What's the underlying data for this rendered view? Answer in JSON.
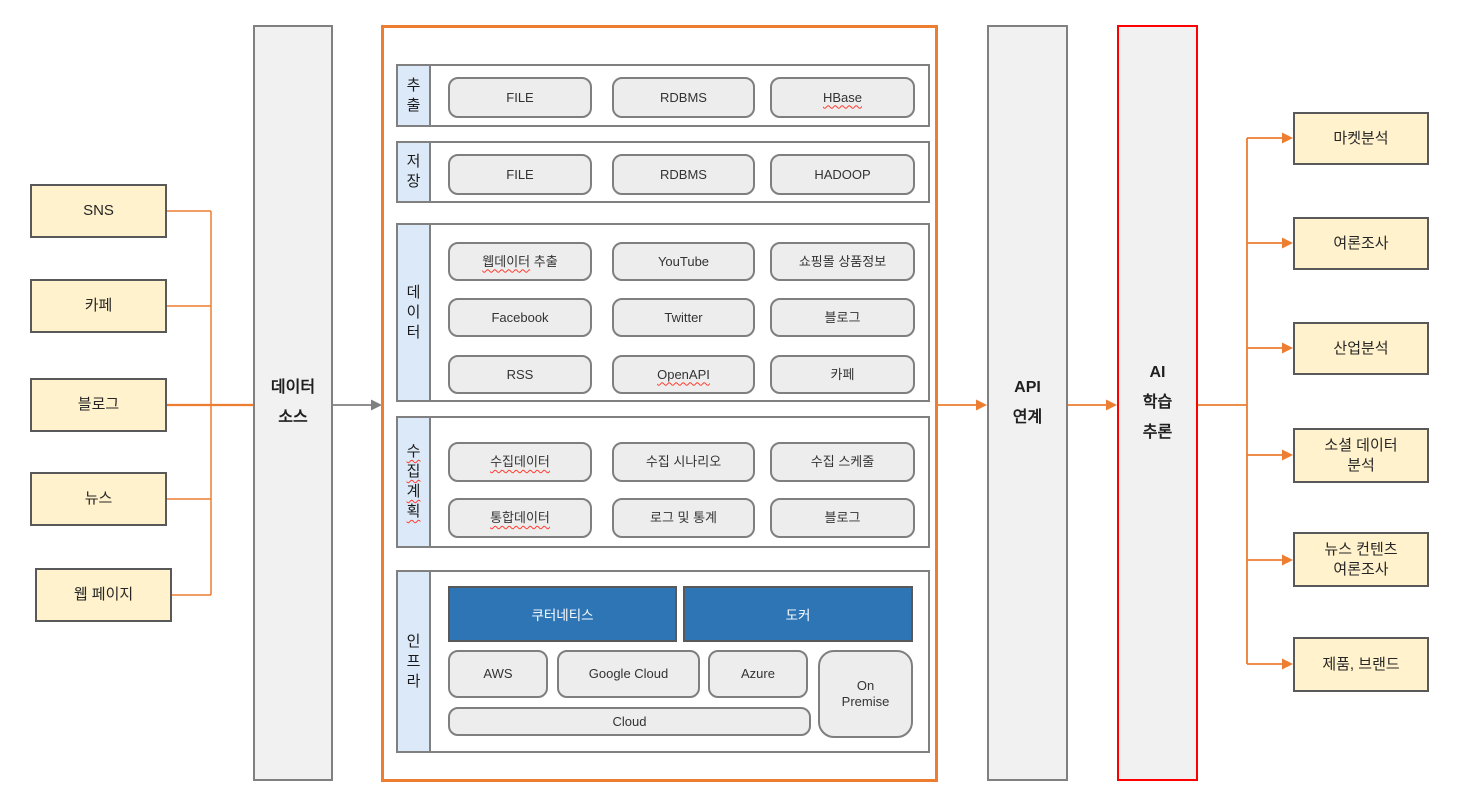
{
  "colors": {
    "accent_orange": "#ED7D31",
    "accent_red": "#FF0000",
    "accent_blue": "#2E75B6",
    "node_yellow": "#FFF2CC",
    "stage_gray": "#F1F1F1",
    "strip_blue": "#DCE9F8"
  },
  "sources": {
    "items": [
      {
        "label": "SNS"
      },
      {
        "label": "카페"
      },
      {
        "label": "블로그"
      },
      {
        "label": "뉴스"
      },
      {
        "label": "웹 페이지"
      }
    ]
  },
  "data_source": {
    "line1": "데이터",
    "line2": "소스"
  },
  "pipeline": {
    "rows": [
      {
        "label": "추출",
        "items": [
          {
            "label": "FILE"
          },
          {
            "label": "RDBMS"
          },
          {
            "label": "HBase"
          }
        ]
      },
      {
        "label": "저장",
        "items": [
          {
            "label": "FILE"
          },
          {
            "label": "RDBMS"
          },
          {
            "label": "HADOOP"
          }
        ]
      },
      {
        "label": "데이터",
        "items": [
          {
            "part1": "웹데이터",
            "part2": " 추출"
          },
          {
            "label": "YouTube"
          },
          {
            "label": "쇼핑몰 상품정보"
          },
          {
            "label": "Facebook"
          },
          {
            "label": "Twitter"
          },
          {
            "label": "블로그"
          },
          {
            "label": "RSS"
          },
          {
            "label": "OpenAPI"
          },
          {
            "label": "카페"
          }
        ]
      },
      {
        "label": "수집계획",
        "items": [
          {
            "label": "수집데이터"
          },
          {
            "label": "수집 시나리오"
          },
          {
            "label": "수집 스케줄"
          },
          {
            "label": "통합데이터"
          },
          {
            "label": "로그 및 통계"
          },
          {
            "label": "블로그"
          }
        ]
      },
      {
        "label": "인프라",
        "platforms": [
          {
            "label": "쿠터네티스"
          },
          {
            "label": "도커"
          }
        ],
        "clouds": [
          {
            "label": "AWS"
          },
          {
            "label": "Google Cloud"
          },
          {
            "label": "Azure"
          }
        ],
        "on_premise": {
          "label": "On Premise"
        },
        "cloud_bar": {
          "label": "Cloud"
        }
      }
    ]
  },
  "api_box": {
    "line1": "API",
    "line2": "연계"
  },
  "ai_box": {
    "line1": "AI",
    "line2": "학습",
    "line3": "추론"
  },
  "outputs": {
    "items": [
      {
        "label": "마켓분석"
      },
      {
        "label": "여론조사"
      },
      {
        "label": "산업분석"
      },
      {
        "label": "소셜 데이터\n분석"
      },
      {
        "label": "뉴스 컨텐츠\n여론조사"
      },
      {
        "label": "제품, 브랜드"
      }
    ]
  }
}
